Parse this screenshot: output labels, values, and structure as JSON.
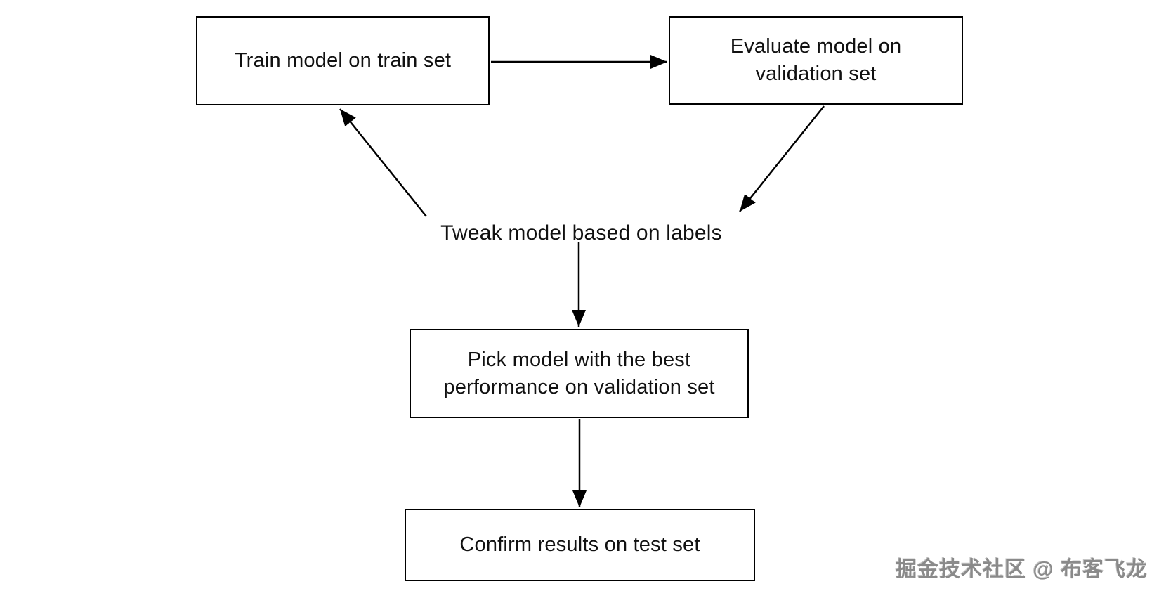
{
  "diagram": {
    "title": "Model selection workflow flowchart",
    "nodes": {
      "train": {
        "lines": [
          "Train model on train set"
        ]
      },
      "evaluate": {
        "lines": [
          "Evaluate model on",
          "validation set"
        ]
      },
      "tweak": {
        "lines": [
          "Tweak model based on labels"
        ]
      },
      "pick": {
        "lines": [
          "Pick model with the best",
          "performance on validation set"
        ]
      },
      "confirm": {
        "lines": [
          "Confirm results on test set"
        ]
      }
    },
    "edges": [
      {
        "from": "train",
        "to": "evaluate"
      },
      {
        "from": "evaluate",
        "to": "tweak"
      },
      {
        "from": "tweak",
        "to": "train"
      },
      {
        "from": "tweak",
        "to": "pick"
      },
      {
        "from": "pick",
        "to": "confirm"
      }
    ],
    "colors": {
      "line": "#000000",
      "box_border": "#000000",
      "box_fill": "#ffffff",
      "background": "#ffffff",
      "text": "#111111",
      "watermark": "#8a8a8a"
    },
    "watermark": "掘金技术社区 @ 布客飞龙"
  }
}
